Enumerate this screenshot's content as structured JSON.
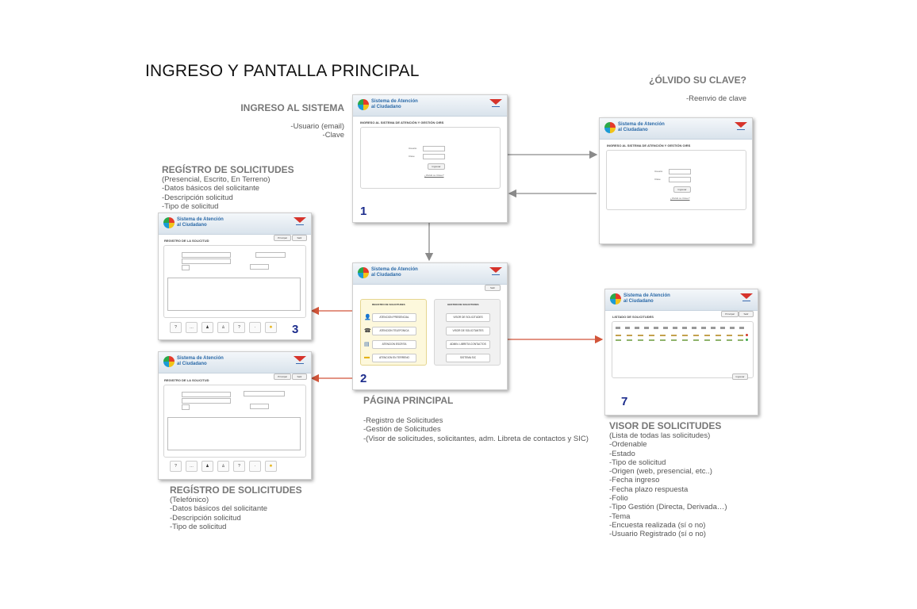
{
  "title": "INGRESO Y PANTALLA PRINCIPAL",
  "sections": {
    "ingreso": {
      "heading": "INGRESO AL SISTEMA",
      "lines": [
        "-Usuario (email)",
        "-Clave"
      ]
    },
    "olvido": {
      "heading": "¿ÓLVIDO SU CLAVE?",
      "lines": [
        "-Reenvio de clave"
      ]
    },
    "registro1": {
      "heading": "REGÍSTRO DE SOLICITUDES",
      "lines": [
        "(Presencial, Escrito, En Terreno)",
        "-Datos básicos del solicitante",
        "-Descripción solicitud",
        "-Tipo de solicitud"
      ]
    },
    "registro2": {
      "heading": "REGÍSTRO DE SOLICITUDES",
      "lines": [
        "(Telefónico)",
        "-Datos básicos del solicitante",
        "-Descripción solicitud",
        "-Tipo de solicitud"
      ]
    },
    "principal": {
      "heading": "PÁGINA PRINCIPAL",
      "lines": [
        "-Registro de Solicitudes",
        "-Gestión de Solicitudes",
        "-(Visor de solicitudes, solicitantes, adm. Libreta de contactos y SIC)"
      ]
    },
    "visor": {
      "heading": "VISOR DE SOLICITUDES",
      "lines": [
        "(Lista de todas las solicitudes)",
        "-Ordenable",
        "-Estado",
        "-Tipo de solicitud",
        "-Origen (web, presencial, etc..)",
        "-Fecha ingreso",
        "-Fecha plazo respuesta",
        "-Folio",
        "-Tipo Gestión (Directa, Derivada…)",
        "-Tema",
        "-Encuesta realizada (sí o no)",
        "-Usuario Registrado (sí o no)"
      ]
    }
  },
  "mock": {
    "app_title_1": "Sistema de Atención",
    "app_title_2": "al Ciudadano",
    "login_title": "INGRESO AL SISTEMA DE ATENCIÓN Y GESTIÓN OIRS",
    "usuario": "Usuario",
    "clave": "Clave",
    "ingresar": "Ingresar",
    "olvido_link": "¿Olvidó su Clave?",
    "registro_title": "REGISTRO DE LA SOLICITUD",
    "principal_btn": "Principal",
    "salir_btn": "Salir",
    "registro_solicitudes": "REGISTRO DE SOLICITUDES",
    "gestion_solicitudes": "GESTION DE SOLICITUDES",
    "atencion_presencial": "ATENCION PRESENCIAL",
    "atencion_telefonica": "ATENCION TELEFONICA",
    "atencion_escrita": "ATENCION ESCRITA",
    "atencion_terreno": "ATENCION EN TERRENO",
    "visor_solicitudes": "VISOR DE SOLICITUDES",
    "visor_solicitantes": "VISOR DE SOLICITANTES",
    "adm_libreta": "ADMIN. LIBRETA CONTACTOS",
    "sistema_sic": "SISTEMA SIC",
    "listado": "LISTADO DE SOLICITUDES",
    "numbers": {
      "login": "1",
      "principal": "2",
      "registro": "3",
      "visor": "7"
    }
  }
}
